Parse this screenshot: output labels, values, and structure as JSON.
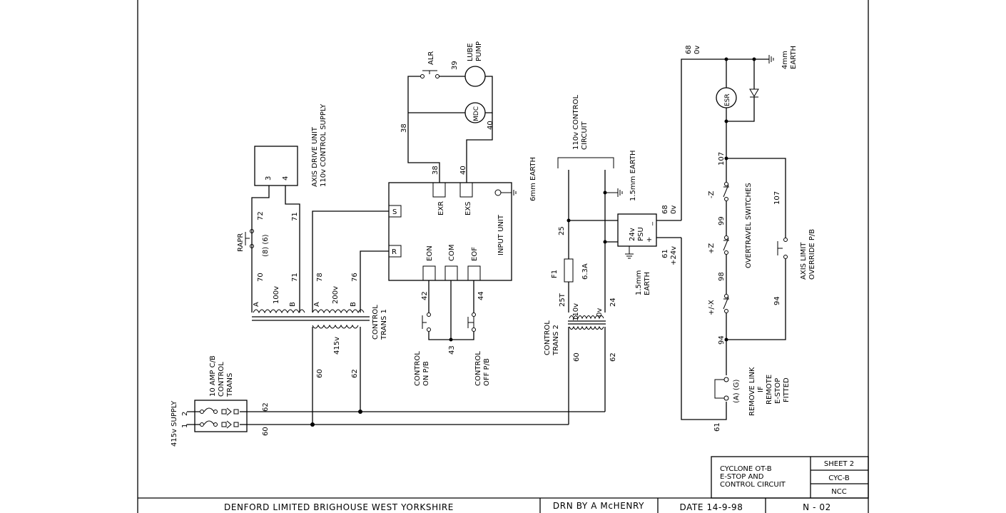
{
  "title_block": {
    "company": "DENFORD LIMITED   BRIGHOUSE   WEST YORKSHIRE",
    "drawn_by": "DRN BY A McHENRY",
    "date": "DATE  14-9-98",
    "drawing_number": "N  -  02",
    "title_line1": "CYCLONE OT-B",
    "title_line2": "E-STOP AND",
    "title_line3": "CONTROL CIRCUIT",
    "sheet": "SHEET 2",
    "code1": "CYC-B",
    "code2": "NCC"
  },
  "labels": {
    "supply": "415v SUPPLY",
    "supply_terminal_2": "2",
    "supply_terminal_1": "1",
    "cb_line1": "10 AMP C/B",
    "cb_line2": "CONTROL",
    "cb_line3": "TRANS",
    "wire_62": "62",
    "wire_60": "60",
    "axis_line1": "AXIS DRIVE UNIT",
    "axis_line2": "110v CONTROL SUPPLY",
    "axis_term_3": "3",
    "axis_term_4": "4",
    "rapr": "RAPR",
    "rapr_pins": "(8) (6)",
    "wire_72": "72",
    "wire_71": "71",
    "wire_70": "70",
    "wire_71b": "71",
    "wire_78": "78",
    "wire_76": "76",
    "tap_a1": "A",
    "tap_100v": "100v",
    "tap_b1": "B",
    "tap_a2": "A",
    "tap_200v": "200v",
    "tap_b2": "B",
    "primary_415v": "415v",
    "wire_60_pri": "60",
    "wire_62_pri": "62",
    "trans1_line1": "CONTROL",
    "trans1_line2": "TRANS 1",
    "input_unit": "INPUT UNIT",
    "term_s": "S",
    "term_r": "R",
    "term_exr": "EXR",
    "term_exs": "EXS",
    "term_eon": "EON",
    "term_com": "COM",
    "term_eof": "EOF",
    "earth_6mm": "6mm EARTH",
    "alr": "ALR",
    "wire_39": "39",
    "lube_line1": "LUBE",
    "lube_line2": "PUMP",
    "mdc": "MDC",
    "wire_38": "38",
    "wire_40": "40",
    "wire_38b": "38",
    "wire_40b": "40",
    "wire_42": "42",
    "wire_43": "43",
    "wire_44": "44",
    "on_pb_line1": "CONTROL",
    "on_pb_line2": "ON  P/B",
    "off_pb_line1": "CONTROL",
    "off_pb_line2": "OFF P/B",
    "ctrl_circuit_line1": "110v CONTROL",
    "ctrl_circuit_line2": "CIRCUIT",
    "earth_15mm_top": "1.5mm  EARTH",
    "wire_25": "25",
    "fuse": "F1",
    "fuse_rating": "6.3A",
    "wire_25t": "25T",
    "wire_24": "24",
    "sec_110v": "110v",
    "sec_0v": "0v",
    "trans2_line1": "CONTROL",
    "trans2_line2": "TRANS 2",
    "wire_60_t2": "60",
    "wire_62_t2": "62",
    "psu_line1": "24v",
    "psu_line2": "PSU",
    "psu_minus": "_",
    "psu_plus": "+",
    "psu_earth_line1": "1.5mm",
    "psu_earth_line2": "EARTH",
    "wire_68_psu": "68",
    "ov_psu": "0v",
    "wire_61_psu": "61",
    "plus24v": "+24v",
    "wire_68_top": "68",
    "ov_top": "0v",
    "earth_4mm_line1": "4mm",
    "earth_4mm_line2": "EARTH",
    "esr": "ESR",
    "wire_107": "107",
    "wire_107b": "107",
    "minus_z": "-Z",
    "wire_99": "99",
    "plus_z": "+Z",
    "wire_98": "98",
    "pm_x": "+/-X",
    "wire_94": "94",
    "wire_94b": "94",
    "overtravel": "OVERTRAVEL SWITCHES",
    "axis_limit_line1": "AXIS LIMIT",
    "axis_limit_line2": "OVERRIDE P/B",
    "link_pins": "(A) (G)",
    "remove_line1": "REMOVE LINK",
    "remove_line2": "IF",
    "remove_line3": "REMOTE",
    "remove_line4": "E-STOP",
    "remove_line5": "FITTED",
    "wire_61_bottom": "61"
  }
}
